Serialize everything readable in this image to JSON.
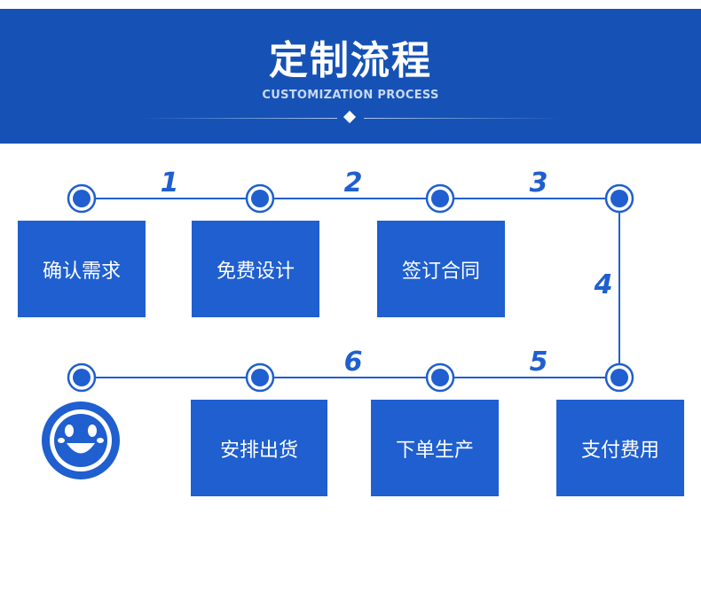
{
  "header": {
    "title": "定制流程",
    "subtitle": "CUSTOMIZATION PROCESS"
  },
  "steps": [
    {
      "number": "1",
      "label": "确认需求"
    },
    {
      "number": "2",
      "label": "免费设计"
    },
    {
      "number": "3",
      "label": "签订合同"
    },
    {
      "number": "4",
      "label": "支付费用"
    },
    {
      "number": "5",
      "label": "下单生产"
    },
    {
      "number": "6",
      "label": "安排出货"
    }
  ],
  "colors": {
    "banner": "#1652b5",
    "box": "#1f5fcf",
    "line": "#1f5fcf"
  },
  "icons": {
    "end": "smiley-face-icon",
    "node": "circle-node-icon"
  }
}
